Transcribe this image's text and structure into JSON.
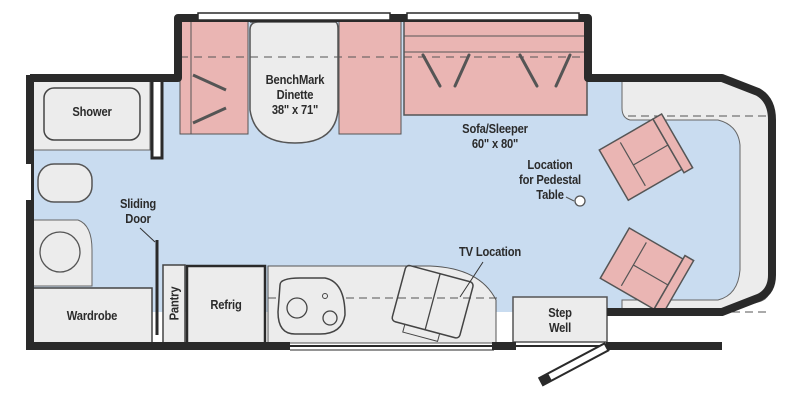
{
  "diagram": {
    "type": "rv-floor-plan",
    "colors": {
      "wall": "#2a2a2a",
      "floor": "#c9dcf0",
      "fixture": "#ececec",
      "furniture": "#eab5b3",
      "outline": "#555555",
      "window": "#ffffff"
    },
    "rooms": {
      "shower": "Shower",
      "wardrobe": "Wardrobe",
      "pantry": "Pantry",
      "refrig": "Refrig",
      "step_well": "Step\nWell"
    },
    "labels": {
      "dinette": "BenchMark\nDinette\n38\" x 71\"",
      "sofa": "Sofa/Sleeper\n60\" x 80\"",
      "pedestal": "Location\nfor Pedestal\nTable",
      "sliding_door": "Sliding\nDoor",
      "tv": "TV Location"
    }
  }
}
